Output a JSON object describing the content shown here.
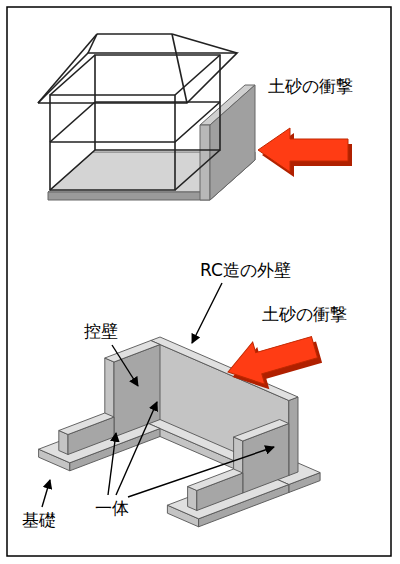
{
  "diagram": {
    "labels": [
      "土砂の衝撃",
      "RC造の外壁",
      "控壁",
      "土砂の衝撃",
      "基礎",
      "一体"
    ]
  }
}
